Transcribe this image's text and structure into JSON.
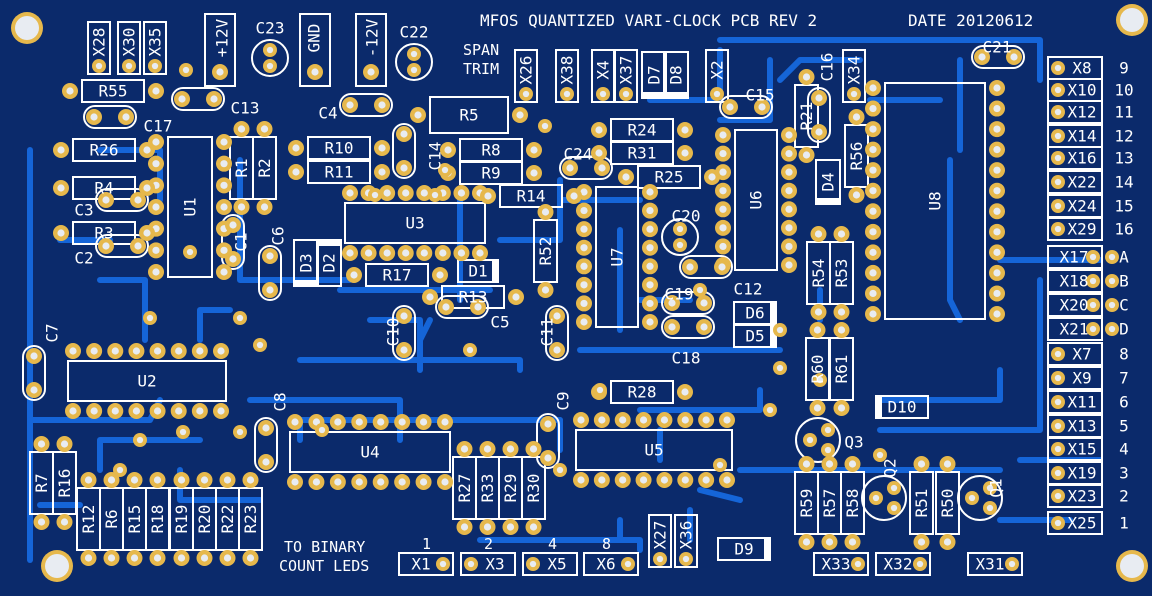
{
  "board": {
    "title": "MFOS QUANTIZED VARI-CLOCK PCB REV 2",
    "date": "DATE 20120612",
    "colors": {
      "substrate": "#0b2a6b",
      "trace": "#1565d8",
      "pad": "#e6b84c",
      "silkscreen": "#ffffff",
      "hole": "#e8ecf2"
    }
  },
  "notes": {
    "span_trim": [
      "SPAN",
      "TRIM"
    ],
    "binary_leds": [
      "TO BINARY",
      "COUNT LEDS"
    ],
    "binary_weights": [
      "1",
      "2",
      "4",
      "8"
    ]
  },
  "power": {
    "plus12": "+12V",
    "gnd": "GND",
    "minus12": "-12V"
  },
  "ics": [
    "U1",
    "U2",
    "U3",
    "U4",
    "U5",
    "U6",
    "U7",
    "U8"
  ],
  "resistors_h": [
    "R55",
    "R26",
    "R4",
    "R3",
    "R10",
    "R11",
    "R8",
    "R9",
    "R14",
    "R24",
    "R31",
    "R25",
    "R17",
    "R13",
    "R28",
    "R5"
  ],
  "resistors_v": [
    "R1",
    "R2",
    "R52",
    "R21",
    "R56",
    "R54",
    "R53",
    "R60",
    "R61",
    "R7",
    "R16",
    "R12",
    "R6",
    "R15",
    "R18",
    "R19",
    "R20",
    "R22",
    "R23",
    "R27",
    "R33",
    "R29",
    "R30",
    "R59",
    "R57",
    "R58",
    "R51",
    "R50"
  ],
  "capacitors": [
    "C23",
    "C22",
    "C13",
    "C17",
    "C4",
    "C14",
    "C24",
    "C15",
    "C16",
    "C21",
    "C3",
    "C2",
    "C1",
    "C6",
    "C20",
    "C12",
    "C19",
    "C18",
    "C10",
    "C5",
    "C11",
    "C7",
    "C8",
    "C9"
  ],
  "diodes": [
    "D1",
    "D2",
    "D3",
    "D4",
    "D5",
    "D6",
    "D7",
    "D8",
    "D9",
    "D10"
  ],
  "transistors": [
    "Q1",
    "Q2",
    "Q3"
  ],
  "top_connectors": [
    "X28",
    "X30",
    "X35",
    "X26",
    "X38",
    "X4",
    "X37",
    "X2",
    "X34",
    "X27",
    "X36"
  ],
  "bottom_connectors": [
    "X1",
    "X3",
    "X5",
    "X6",
    "X33",
    "X32",
    "X31"
  ],
  "right_connectors": [
    {
      "id": "X8",
      "num": "9"
    },
    {
      "id": "X10",
      "num": "10"
    },
    {
      "id": "X12",
      "num": "11"
    },
    {
      "id": "X14",
      "num": "12"
    },
    {
      "id": "X16",
      "num": "13"
    },
    {
      "id": "X22",
      "num": "14"
    },
    {
      "id": "X24",
      "num": "15"
    },
    {
      "id": "X29",
      "num": "16"
    },
    {
      "id": "X17",
      "num": "A"
    },
    {
      "id": "X18",
      "num": "B"
    },
    {
      "id": "X20",
      "num": "C"
    },
    {
      "id": "X21",
      "num": "D"
    },
    {
      "id": "X7",
      "num": "8"
    },
    {
      "id": "X9",
      "num": "7"
    },
    {
      "id": "X11",
      "num": "6"
    },
    {
      "id": "X13",
      "num": "5"
    },
    {
      "id": "X15",
      "num": "4"
    },
    {
      "id": "X19",
      "num": "3"
    },
    {
      "id": "X23",
      "num": "2"
    },
    {
      "id": "X25",
      "num": "1"
    }
  ]
}
